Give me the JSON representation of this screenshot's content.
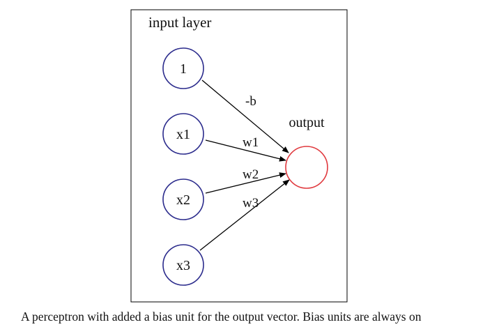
{
  "diagram": {
    "cluster_label": "input layer",
    "output_label": "output",
    "input_nodes": [
      {
        "id": "bias",
        "label": "1"
      },
      {
        "id": "x1",
        "label": "x1"
      },
      {
        "id": "x2",
        "label": "x2"
      },
      {
        "id": "x3",
        "label": "x3"
      }
    ],
    "edges": [
      {
        "from": "bias",
        "to": "output",
        "label": "-b"
      },
      {
        "from": "x1",
        "to": "output",
        "label": "w1"
      },
      {
        "from": "x2",
        "to": "output",
        "label": "w2"
      },
      {
        "from": "x3",
        "to": "output",
        "label": "w3"
      }
    ],
    "colors": {
      "input_node_stroke": "#2b2b8c",
      "output_node_stroke": "#e0393e",
      "edge": "#000000",
      "cluster_border": "#000000"
    }
  },
  "caption": "A perceptron with added a bias unit for the output vector. Bias units are always on"
}
